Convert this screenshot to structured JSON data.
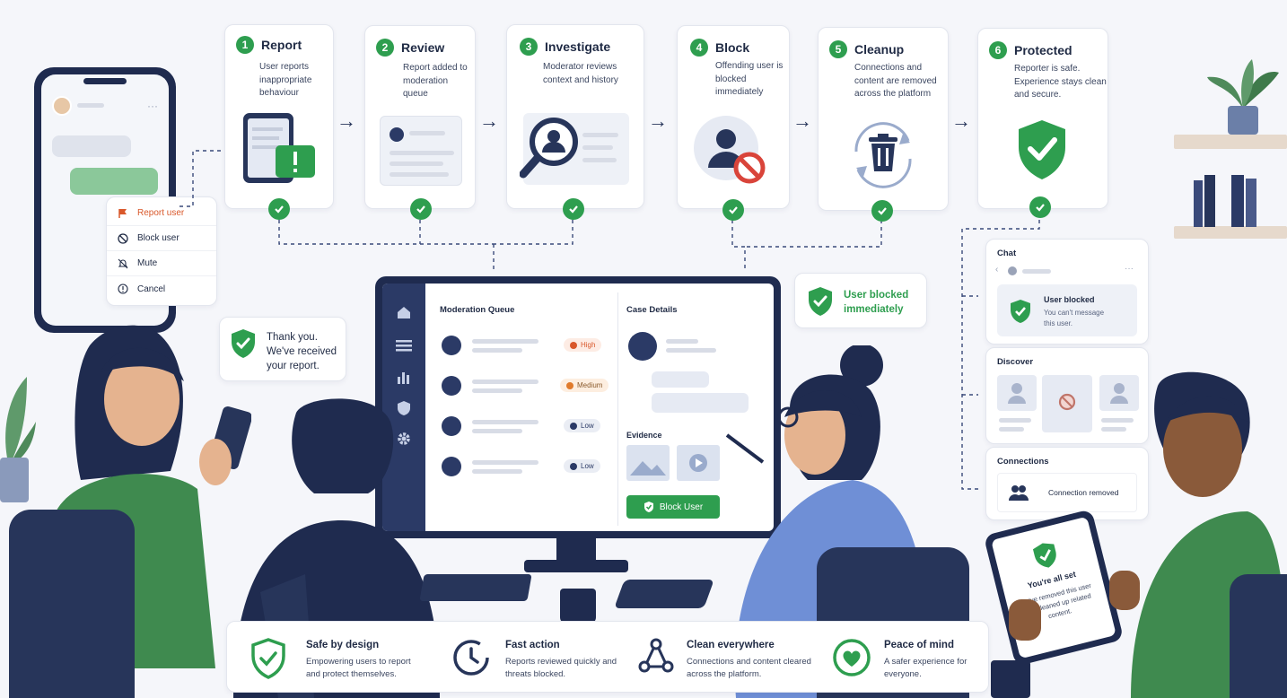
{
  "steps": [
    {
      "num": "1",
      "title": "Report",
      "desc": "User reports inappropriate behaviour"
    },
    {
      "num": "2",
      "title": "Review",
      "desc": "Report added to moderation queue"
    },
    {
      "num": "3",
      "title": "Investigate",
      "desc": "Moderator reviews context and history"
    },
    {
      "num": "4",
      "title": "Block",
      "desc": "Offending user is blocked immediately"
    },
    {
      "num": "5",
      "title": "Cleanup",
      "desc": "Connections and content are removed across the platform"
    },
    {
      "num": "6",
      "title": "Protected",
      "desc": "Reporter is safe. Experience stays clean and secure."
    }
  ],
  "phone_menu": {
    "items": [
      {
        "label": "Report user",
        "icon": "flag-icon"
      },
      {
        "label": "Block user",
        "icon": "block-icon"
      },
      {
        "label": "Mute",
        "icon": "bell-off-icon"
      },
      {
        "label": "Cancel",
        "icon": "cancel-icon"
      }
    ]
  },
  "bubbles": {
    "thank_you": "Thank you. We've received your report.",
    "user_blocked": "User blocked immediately"
  },
  "monitor": {
    "queue_title": "Moderation Queue",
    "queue": [
      {
        "priority": "High",
        "color": "#d9582b",
        "bg": "#fdece4"
      },
      {
        "priority": "Medium",
        "color": "#e07b2c",
        "bg": "#fdeee0"
      },
      {
        "priority": "Low",
        "color": "#2b3a66",
        "bg": "#eaedf4"
      },
      {
        "priority": "Low",
        "color": "#2b3a66",
        "bg": "#eaedf4"
      }
    ],
    "case_title": "Case Details",
    "evidence_label": "Evidence",
    "block_button": "Block User"
  },
  "right_panels": {
    "chat": {
      "title": "Chat",
      "blocked_title": "User blocked",
      "blocked_desc": "You can't message this user."
    },
    "discover": {
      "title": "Discover"
    },
    "connections": {
      "title": "Connections",
      "status": "Connection removed"
    }
  },
  "tablet": {
    "title": "You're all set",
    "desc": "We've removed this user and cleaned up related content."
  },
  "features": [
    {
      "title": "Safe by design",
      "desc": "Empowering users to report and protect themselves.",
      "icon": "shield-check-icon"
    },
    {
      "title": "Fast action",
      "desc": "Reports reviewed quickly and threats blocked.",
      "icon": "clock-icon"
    },
    {
      "title": "Clean everywhere",
      "desc": "Connections and content cleared across the platform.",
      "icon": "network-icon"
    },
    {
      "title": "Peace of mind",
      "desc": "A safer experience for everyone.",
      "icon": "heart-icon"
    }
  ],
  "colors": {
    "accent": "#2e9e4f",
    "navy": "#27355a",
    "high": "#d9582b"
  }
}
